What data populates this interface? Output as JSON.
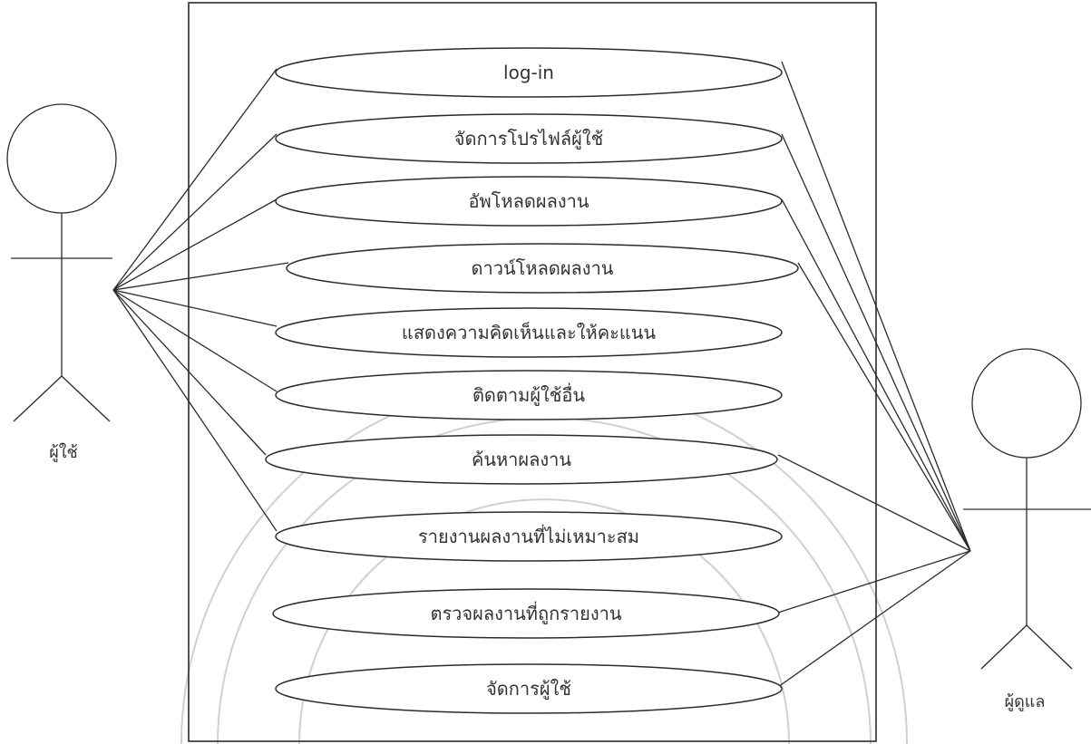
{
  "actors": {
    "user": {
      "label": "ผู้ใช้"
    },
    "admin": {
      "label": "ผู้ดูแล"
    }
  },
  "use_cases": [
    {
      "label": "log-in"
    },
    {
      "label": "จัดการโปรไฟล์ผู้ใช้"
    },
    {
      "label": "อัพโหลดผลงาน"
    },
    {
      "label": "ดาวน์โหลดผลงาน"
    },
    {
      "label": "แสดงความคิดเห็นและให้คะแนน"
    },
    {
      "label": "ติดตามผู้ใช้อื่น"
    },
    {
      "label": "ค้นหาผลงาน"
    },
    {
      "label": "รายงานผลงานที่ไม่เหมาะสม"
    },
    {
      "label": "ตรวจผลงานที่ถูกรายงาน"
    },
    {
      "label": "จัดการผู้ใช้"
    }
  ]
}
